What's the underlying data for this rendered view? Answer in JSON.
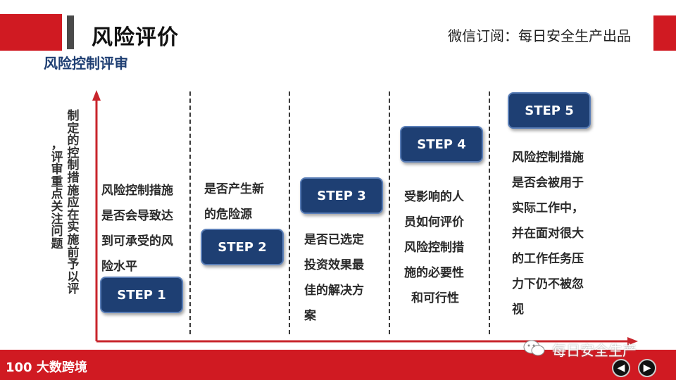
{
  "header": {
    "title": "风险评价",
    "wechat_subscribe": "微信订阅：每日安全生产出品",
    "section_title": "风险控制评审"
  },
  "side_label": {
    "col_a": "制定的控制措施应在实施前予以评",
    "col_b": "，评审重点关注问题"
  },
  "steps": [
    {
      "label": "STEP 1",
      "lines": [
        "风险控制措施",
        "是否会导致达",
        "到可承受的风",
        "险水平"
      ]
    },
    {
      "label": "STEP 2",
      "lines": [
        "是否产生新",
        "的危险源"
      ]
    },
    {
      "label": "STEP 3",
      "lines": [
        "是否已选定",
        "投资效果最",
        "佳的解决方",
        "案"
      ]
    },
    {
      "label": "STEP 4",
      "lines": [
        "受影响的人",
        "员如何评价",
        "风险控制措",
        "施的必要性",
        "和可行性"
      ]
    },
    {
      "label": "STEP 5",
      "lines": [
        "风险控制措施",
        "是否会被用于",
        "实际工作中，",
        "并在面对很大",
        "的工作任务压",
        "力下仍不被忽",
        "视"
      ]
    }
  ],
  "footer": {
    "brand": "100 大数跨境",
    "wechat_watermark": "每日安全生产",
    "prev_icon": "arrow-left-icon",
    "next_icon": "arrow-right-icon"
  },
  "colors": {
    "accent_red": "#d01a22",
    "step_blue": "#1e3f73",
    "section_blue": "#1f3f73"
  }
}
